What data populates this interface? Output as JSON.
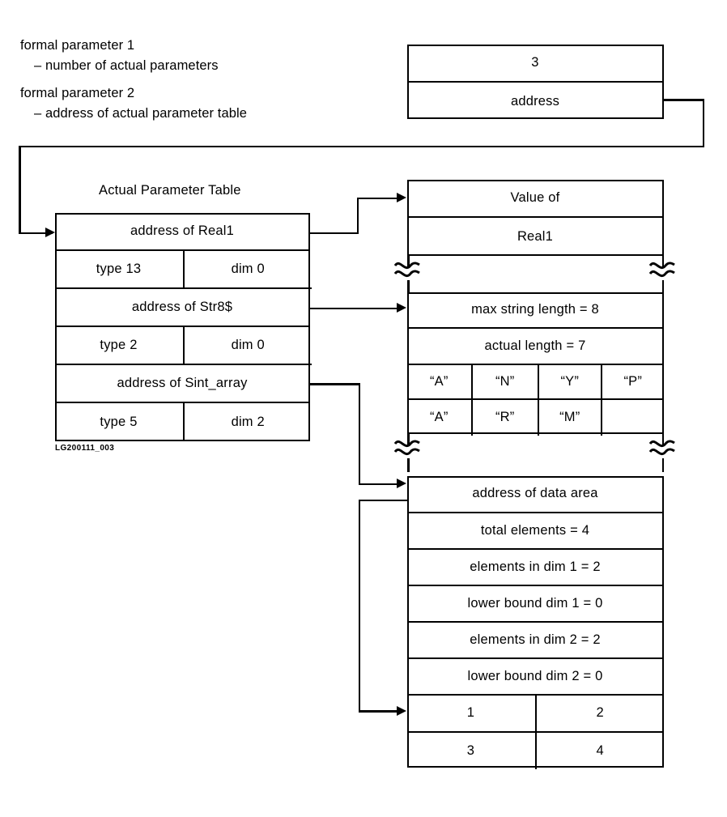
{
  "annotations": [
    {
      "title": "formal parameter 1",
      "detail": "– number of actual parameters"
    },
    {
      "title": "formal parameter 2",
      "detail": "– address of actual parameter table"
    }
  ],
  "caption": "LG200111_003",
  "param_block": {
    "count": "3",
    "pointer": "address"
  },
  "actual_parameter_table": {
    "title": "Actual Parameter Table",
    "entries": [
      {
        "address": "address of Real1",
        "type": "type 13",
        "dim": "dim 0"
      },
      {
        "address": "address of Str8$",
        "type": "type 2",
        "dim": "dim 0"
      },
      {
        "address": "address of Sint_array",
        "type": "type  5",
        "dim": "dim 2"
      }
    ]
  },
  "real_value_block": {
    "rows": [
      "Value of",
      "Real1"
    ]
  },
  "string_block": {
    "max_length": "max string length = 8",
    "actual_length": "actual length = 7",
    "chars_row1": [
      "“A”",
      "“N”",
      "“Y”",
      "“P”"
    ],
    "chars_row2": [
      "“A”",
      "“R”",
      "“M”",
      ""
    ]
  },
  "array_descriptor": {
    "rows": [
      "address of data area",
      "total elements = 4",
      "elements in dim 1 = 2",
      "lower bound dim 1 = 0",
      "elements in dim 2 = 2",
      "lower bound dim 2 = 0"
    ],
    "data_row1": [
      "1",
      "2"
    ],
    "data_row2": [
      "3",
      "4"
    ]
  },
  "colors": {
    "ink": "#000000",
    "paper": "#ffffff"
  }
}
